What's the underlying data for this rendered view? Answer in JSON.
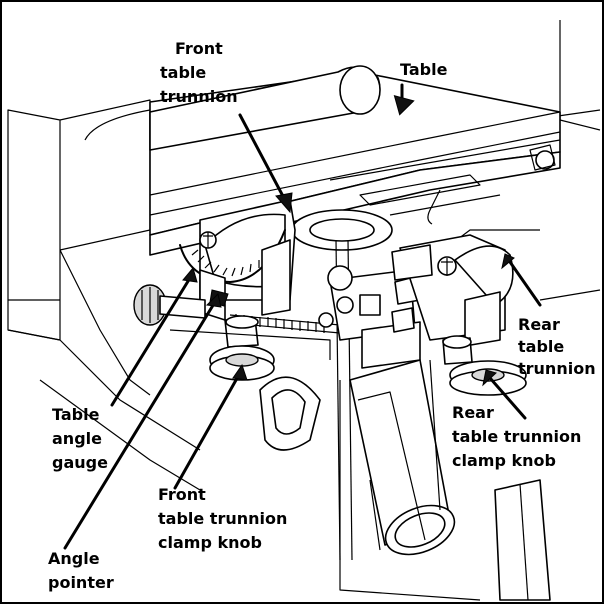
{
  "labels": {
    "table": "Table",
    "front_trunnion": [
      "Front",
      "table",
      "trunnion"
    ],
    "rear_trunnion": [
      "Rear",
      "table",
      "trunnion"
    ],
    "rear_clamp_knob": [
      "Rear",
      "table trunnion",
      "clamp knob"
    ],
    "angle_gauge": [
      "Table",
      "angle",
      "gauge"
    ],
    "front_clamp_knob": [
      "Front",
      "table trunnion",
      "clamp knob"
    ],
    "angle_pointer": [
      "Angle",
      "pointer"
    ]
  }
}
